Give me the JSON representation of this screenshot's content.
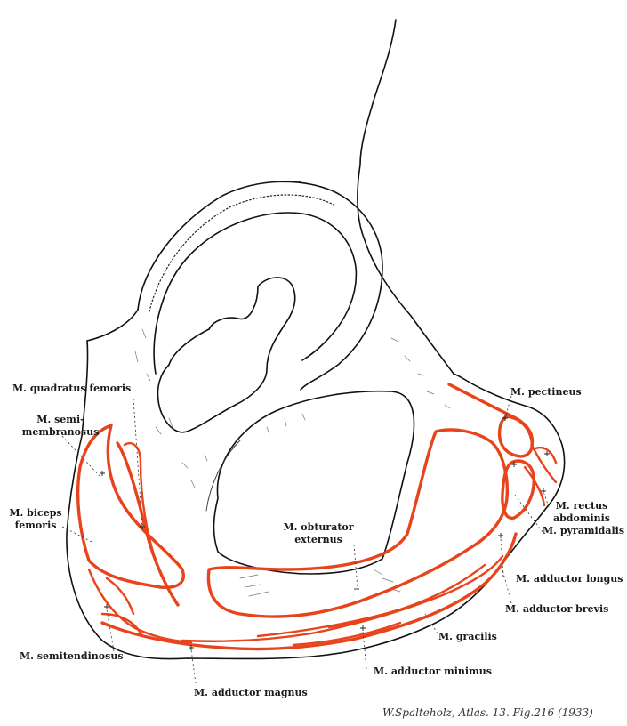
{
  "labels": {
    "quadratus_femoris": "M. quadratus femoris",
    "semimembranosus_1": "M. semi-",
    "semimembranosus_2": "membranosus",
    "biceps_femoris_1": "M. biceps",
    "biceps_femoris_2": "femoris",
    "semitendinosus": "M. semitendinosus",
    "adductor_magnus": "M. adductor magnus",
    "adductor_minimus": "M. adductor minimus",
    "gracilis": "M. gracilis",
    "adductor_brevis": "M. adductor brevis",
    "adductor_longus": "M. adductor longus",
    "pyramidalis": "M. pyramidalis",
    "rectus_abdominis_1": "M. rectus",
    "rectus_abdominis_2": "abdominis",
    "pectineus": "M. pectineus",
    "obturator_externus_1": "M. obturator",
    "obturator_externus_2": "externus"
  },
  "caption": "W.Spalteholz, Atlas. 13. Fig.216 (1933)",
  "colors": {
    "muscle_attachment": "#e8441c",
    "bone_outline": "#111111"
  }
}
